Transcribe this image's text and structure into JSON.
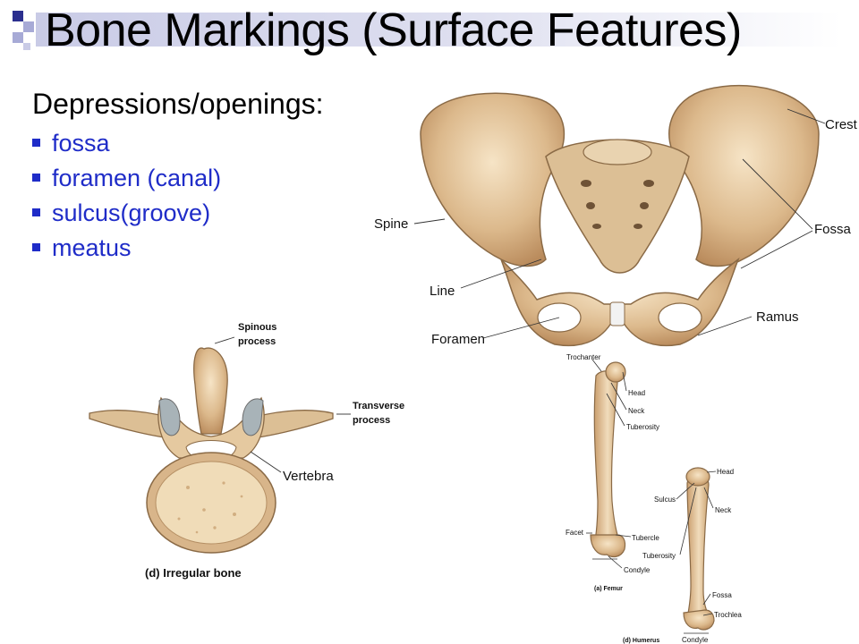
{
  "title": "Bone Markings (Surface Features)",
  "subheading": "Depressions/openings:",
  "bullets": [
    "fossa",
    "foramen (canal)",
    "sulcus(groove)",
    "meatus"
  ],
  "colors": {
    "bullet_text": "#1f2cc8",
    "bone": "#e2c39a",
    "bone_shadow": "#c49a6a",
    "bone_outline": "#8a6a46",
    "title_bar": "#c9cbe6",
    "deco_dark": "#2b2f8f",
    "deco_light": "#a7aad6"
  },
  "pelvis_labels": {
    "crest": "Crest",
    "spine": "Spine",
    "fossa": "Fossa",
    "line": "Line",
    "ramus": "Ramus",
    "foramen": "Foramen"
  },
  "vertebra_labels": {
    "spinous_line1": "Spinous",
    "spinous_line2": "process",
    "transverse_line1": "Transverse",
    "transverse_line2": "process",
    "vertebra": "Vertebra",
    "caption": "(d) Irregular bone"
  },
  "femur_labels": {
    "trochanter": "Trochanter",
    "head": "Head",
    "neck": "Neck",
    "tuberosity": "Tuberosity",
    "facet": "Facet",
    "tubercle": "Tubercle",
    "condyle": "Condyle",
    "caption": "(a) Femur"
  },
  "humerus_labels": {
    "head": "Head",
    "sulcus": "Sulcus",
    "neck": "Neck",
    "tuberosity": "Tuberosity",
    "fossa": "Fossa",
    "trochlea": "Trochlea",
    "condyle": "Condyle",
    "caption": "(d) Humerus"
  }
}
